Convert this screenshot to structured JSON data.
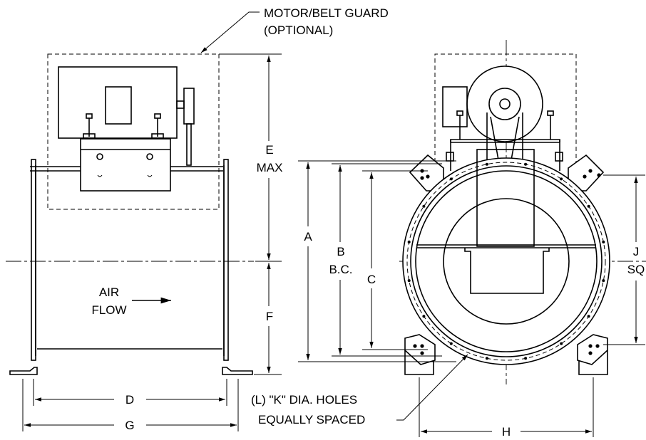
{
  "labels": {
    "guard_line1": "MOTOR/BELT GUARD",
    "guard_line2": "(OPTIONAL)",
    "e": "E",
    "e_max": "MAX",
    "f": "F",
    "air": "AIR",
    "flow": "FLOW",
    "d": "D",
    "g": "G",
    "a": "A",
    "b": "B",
    "b_bc": "B.C.",
    "c": "C",
    "j": "J",
    "j_sq": "SQ",
    "h": "H",
    "holes_line1": "(L) \"K\" DIA. HOLES",
    "holes_line2": "EQUALLY SPACED"
  }
}
